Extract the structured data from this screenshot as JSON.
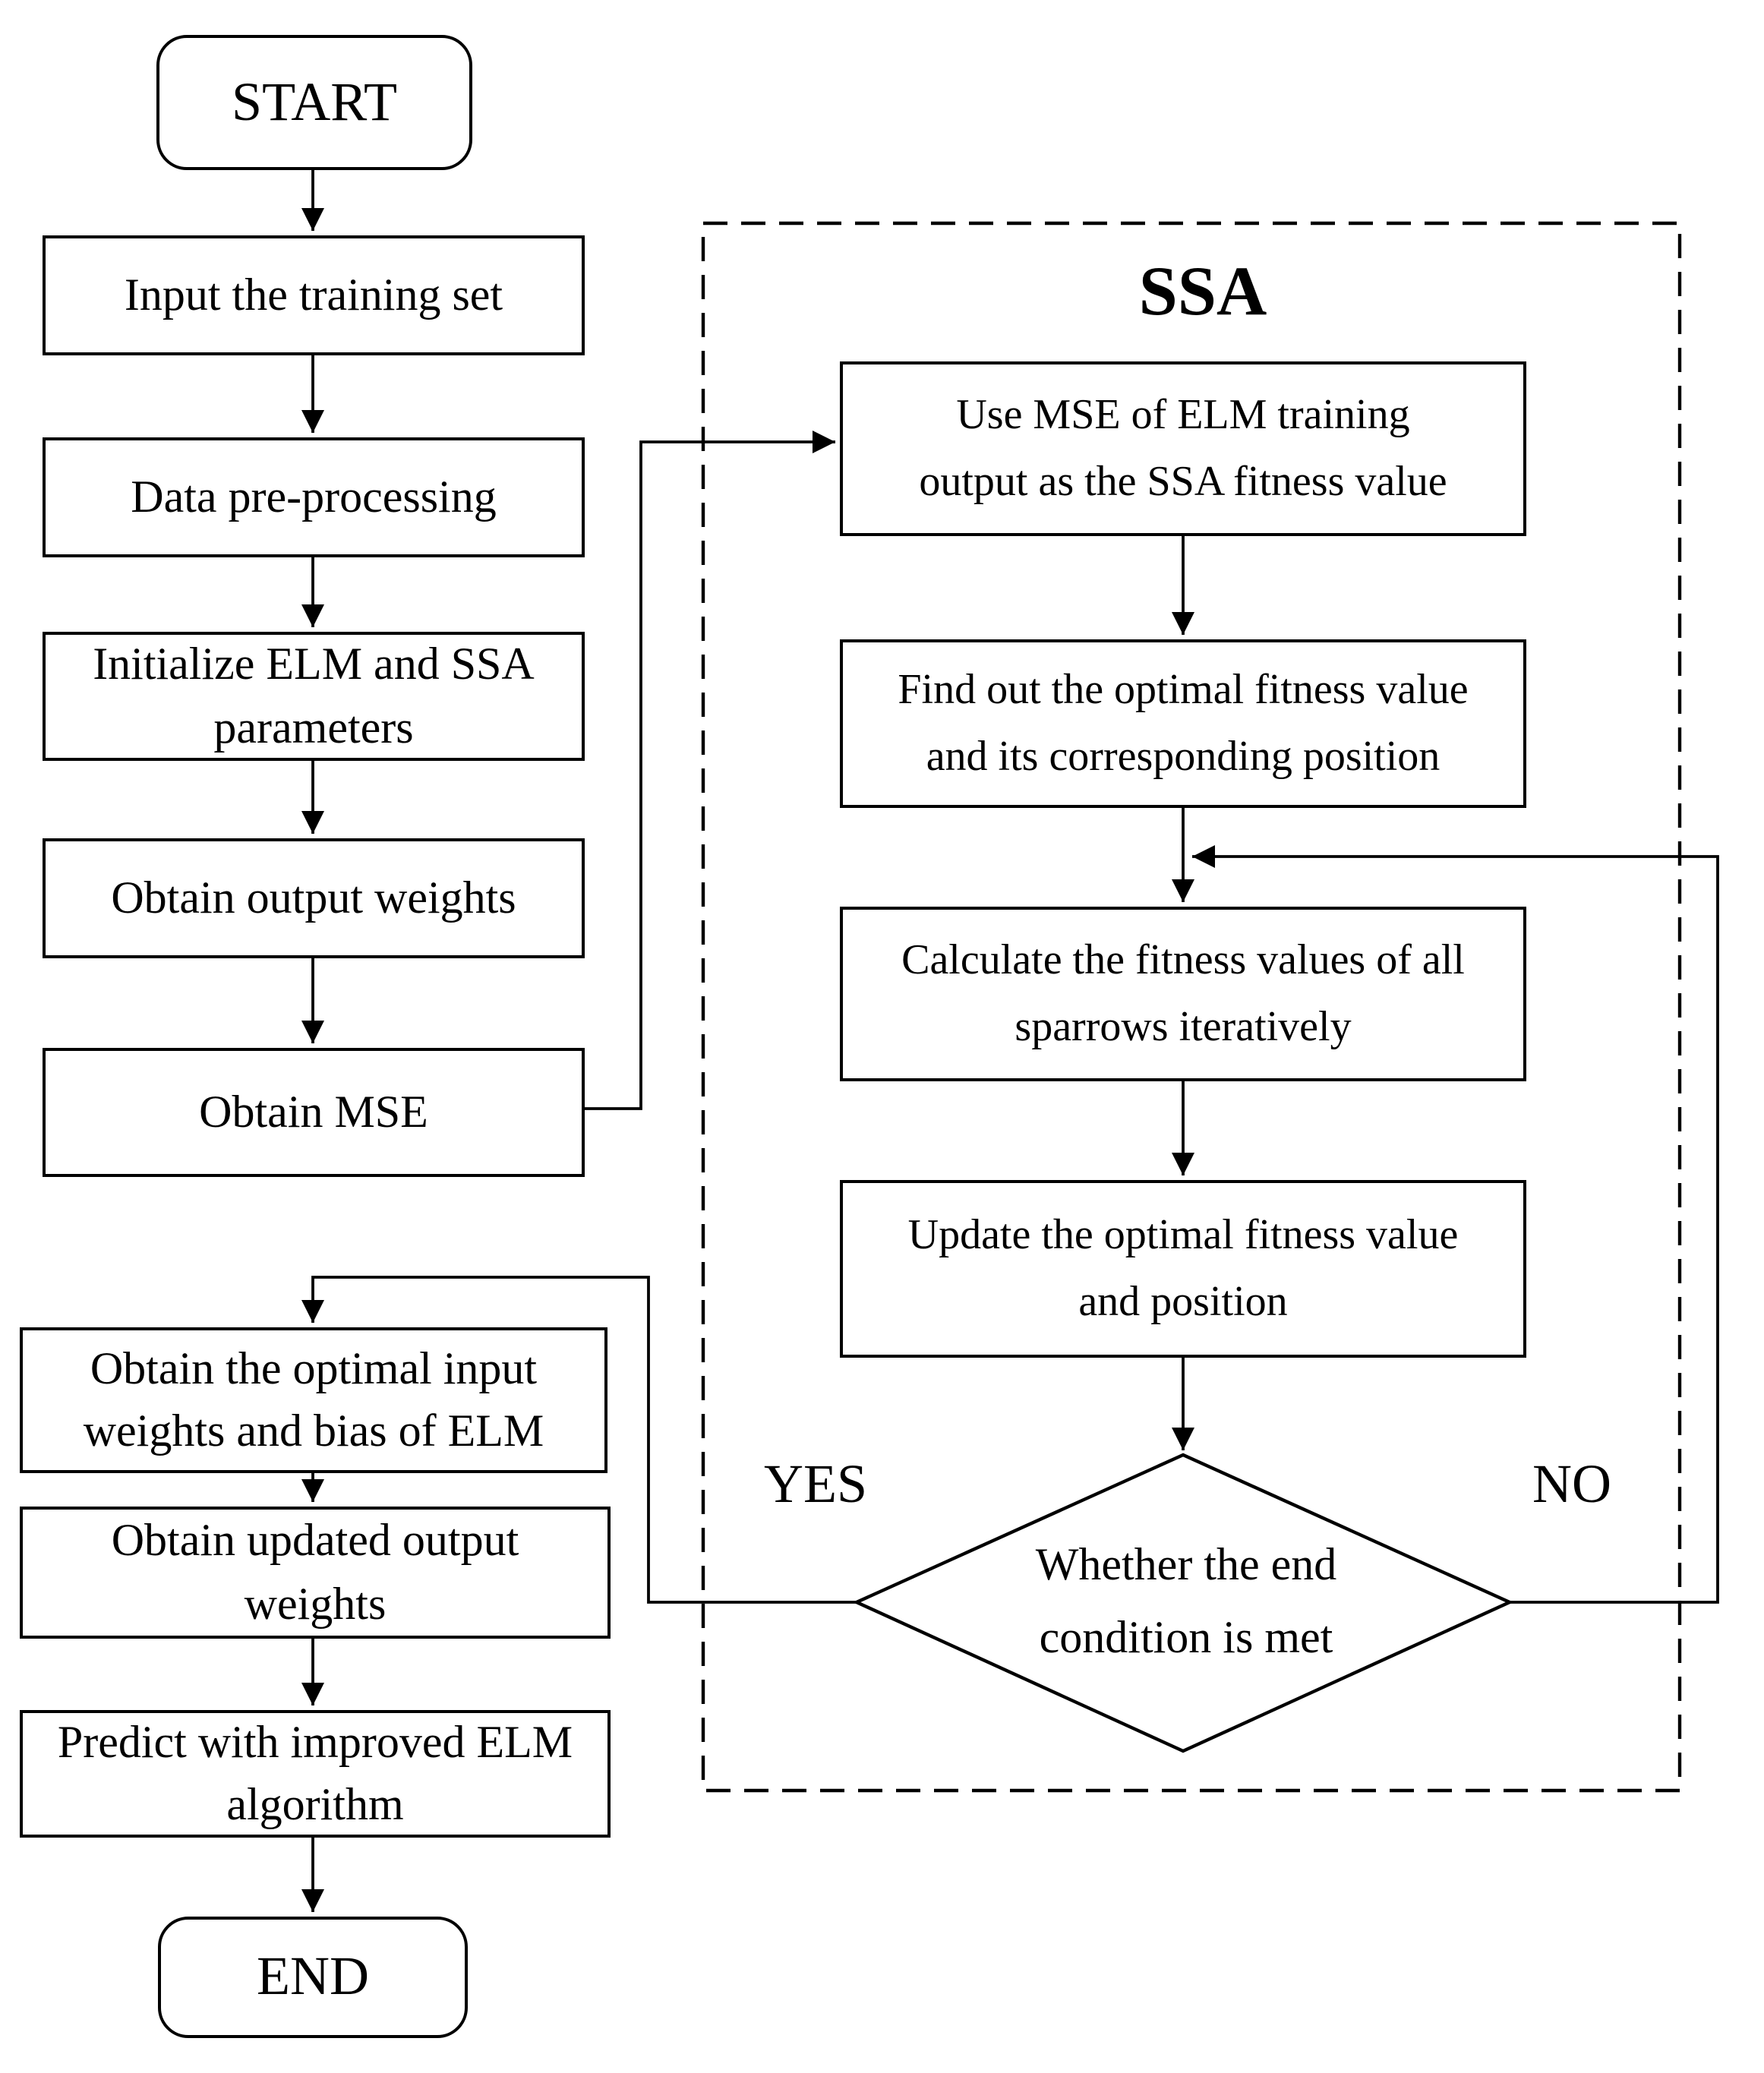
{
  "flowchart": {
    "container_title": "SSA",
    "branch_labels": {
      "yes": "YES",
      "no": "NO"
    },
    "colors": {
      "stroke": "#000000",
      "background": "#ffffff",
      "text": "#000000"
    },
    "nodes": {
      "start": {
        "shape": "terminator",
        "lines": [
          "START"
        ]
      },
      "input_training_set": {
        "shape": "process",
        "lines": [
          "Input the training set"
        ]
      },
      "data_preprocessing": {
        "shape": "process",
        "lines": [
          "Data pre-processing"
        ]
      },
      "initialize_parameters": {
        "shape": "process",
        "lines": [
          "Initialize ELM and SSA",
          "parameters"
        ]
      },
      "obtain_output_weights": {
        "shape": "process",
        "lines": [
          "Obtain output weights"
        ]
      },
      "obtain_mse": {
        "shape": "process",
        "lines": [
          "Obtain MSE"
        ]
      },
      "use_mse_fitness": {
        "shape": "process",
        "lines": [
          "Use MSE of ELM training",
          "output as the SSA fitness value"
        ]
      },
      "find_optimal_fitness": {
        "shape": "process",
        "lines": [
          "Find out the optimal fitness value",
          "and its corresponding position"
        ]
      },
      "calculate_fitness": {
        "shape": "process",
        "lines": [
          "Calculate the fitness values of all",
          "sparrows iteratively"
        ]
      },
      "update_optimal": {
        "shape": "process",
        "lines": [
          "Update the optimal fitness value",
          "and position"
        ]
      },
      "end_condition": {
        "shape": "decision",
        "lines": [
          "Whether the end",
          "condition is met"
        ]
      },
      "obtain_optimal_input": {
        "shape": "process",
        "lines": [
          "Obtain the optimal input",
          "weights and bias of ELM"
        ]
      },
      "obtain_updated_weights": {
        "shape": "process",
        "lines": [
          "Obtain updated output",
          "weights"
        ]
      },
      "predict_improved_elm": {
        "shape": "process",
        "lines": [
          "Predict with improved ELM",
          "algorithm"
        ]
      },
      "end": {
        "shape": "terminator",
        "lines": [
          "END"
        ]
      }
    }
  }
}
